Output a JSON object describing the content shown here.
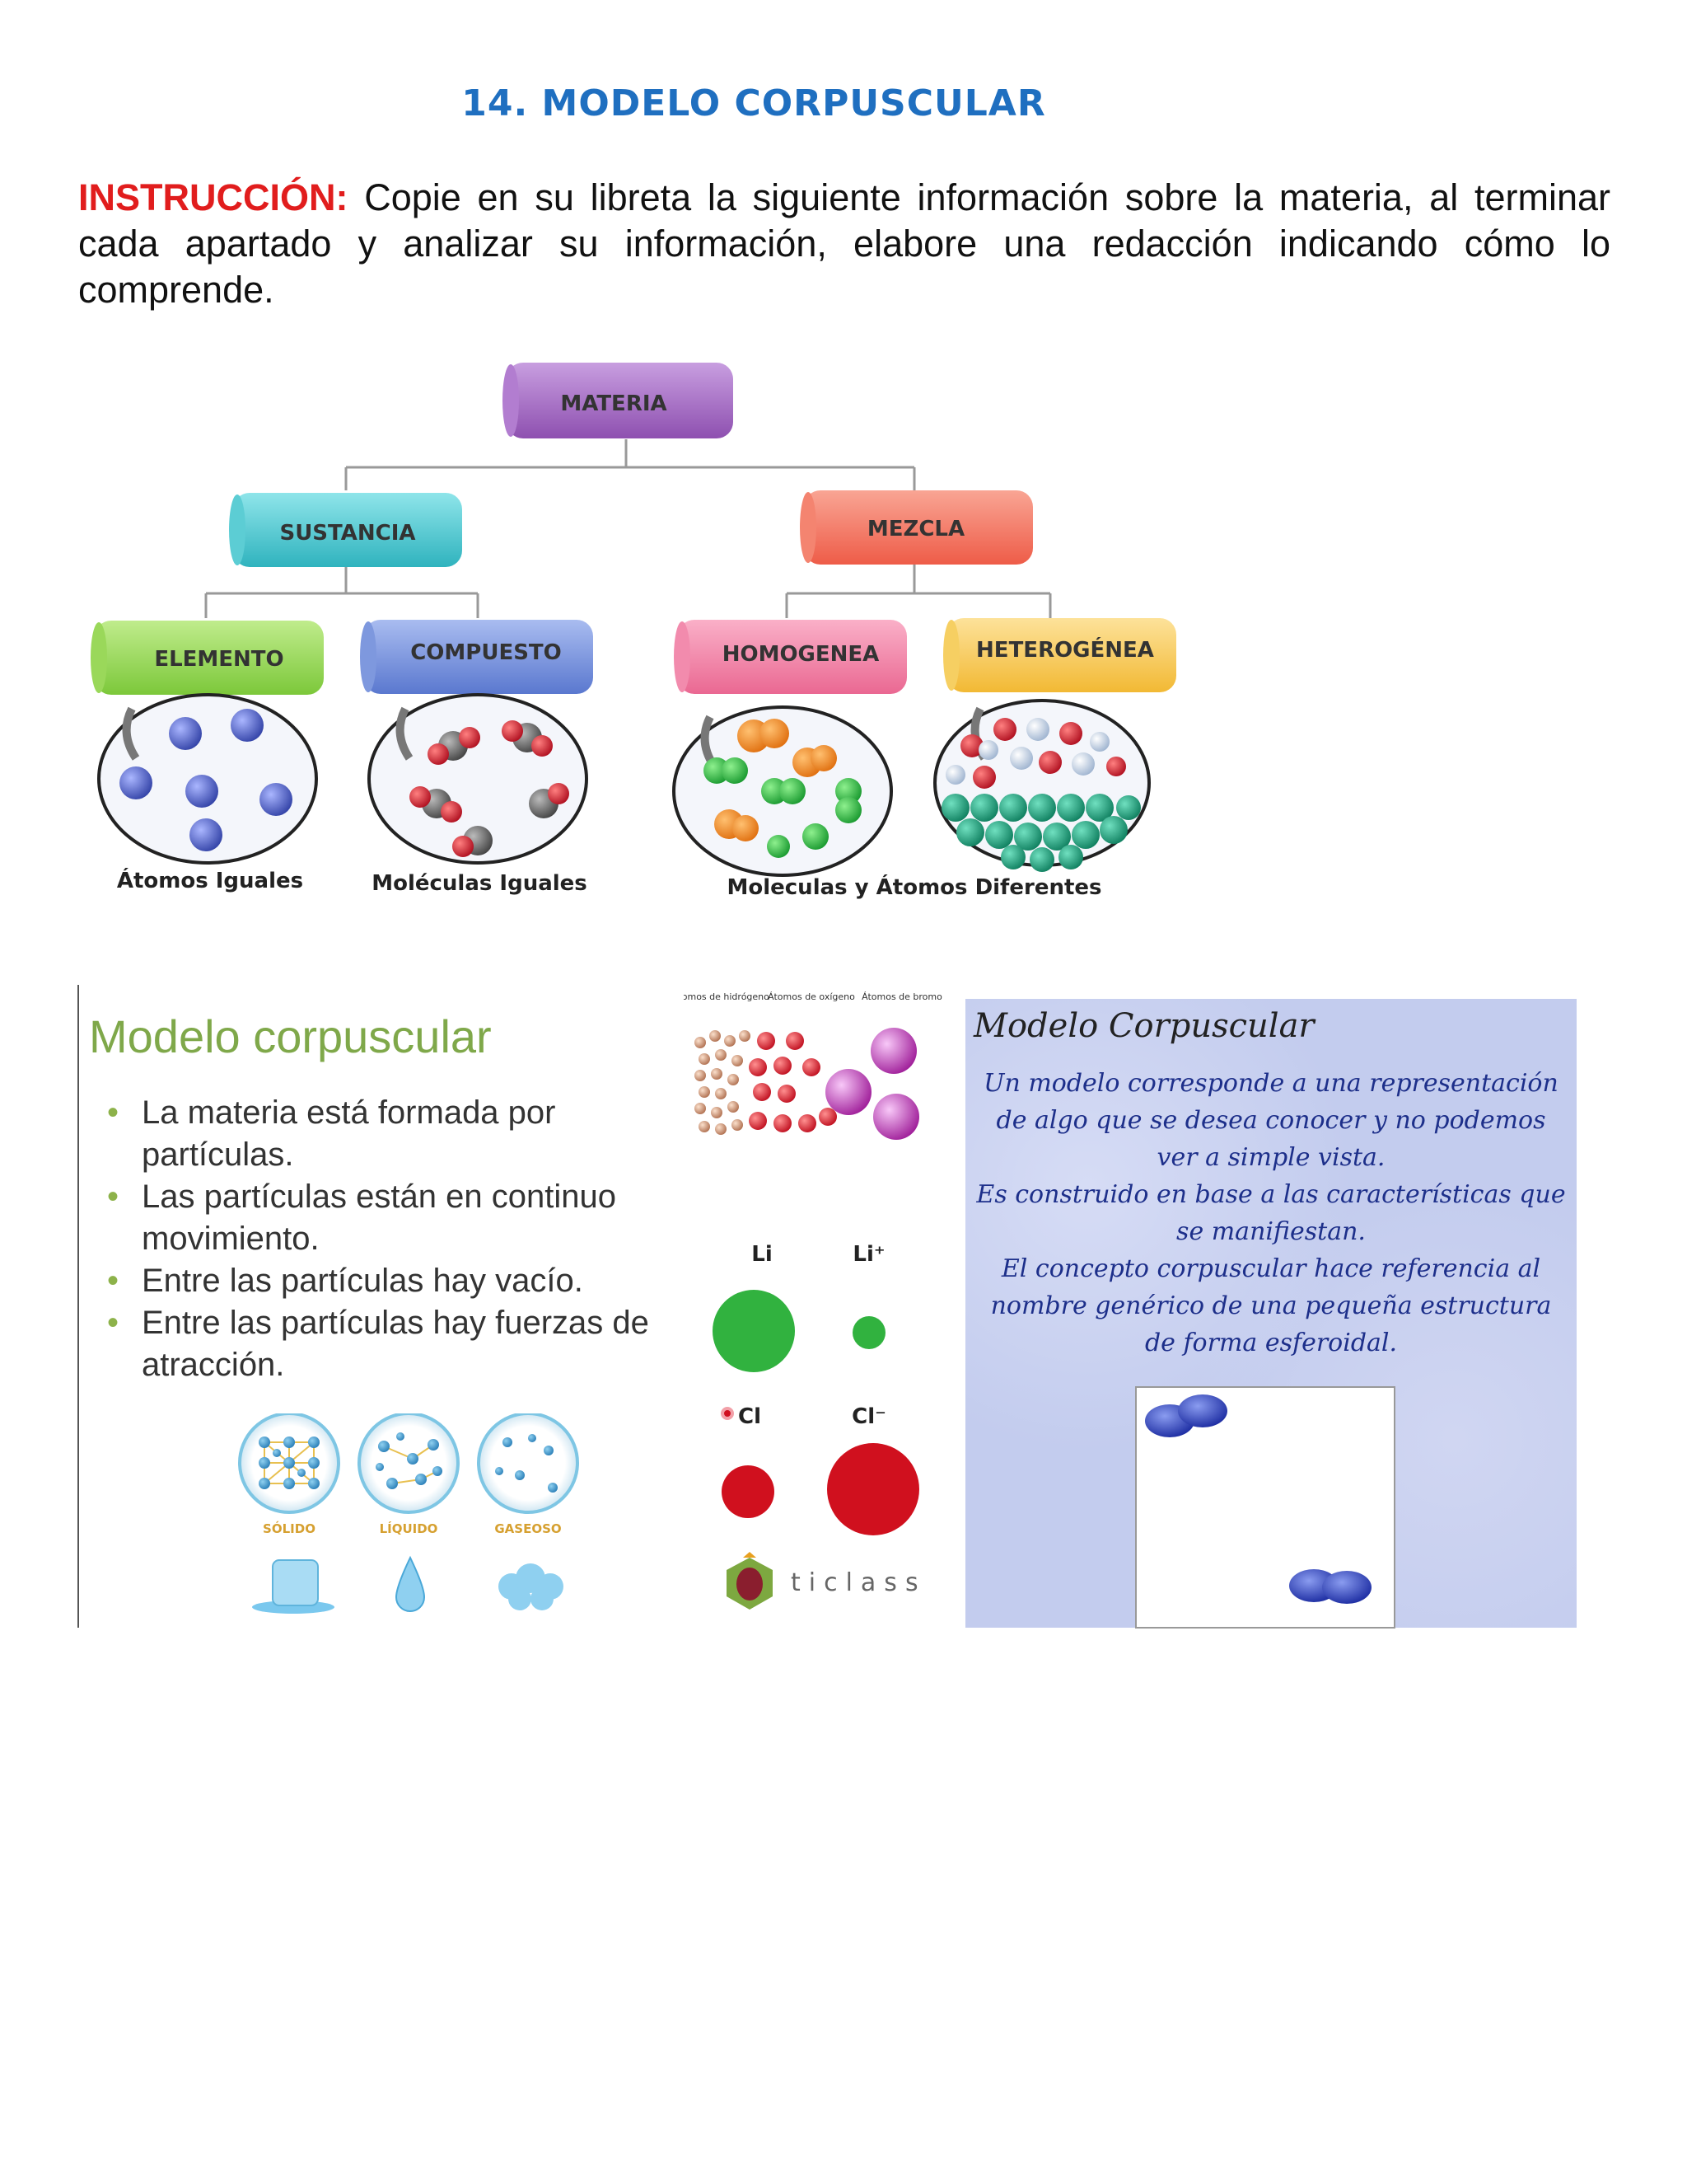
{
  "title": "14. MODELO CORPUSCULAR",
  "instruction": {
    "label": "INSTRUCCIÓN:",
    "text": " Copie en su libreta la siguiente información sobre la materia, al terminar cada apartado y analizar su información, elabore una redacción indicando cómo lo comprende."
  },
  "concept_map": {
    "root": "MATERIA",
    "level2": [
      "SUSTANCIA",
      "MEZCLA"
    ],
    "level3": [
      "ELEMENTO",
      "COMPUESTO",
      "HOMOGENEA",
      "HETEROGÉNEA"
    ],
    "captions": [
      "Átomos Iguales",
      "Moléculas Iguales",
      "Moleculas y Átomos Diferentes"
    ],
    "colors": {
      "materia": "#a66ac4",
      "sustancia": "#3fc1c9",
      "mezcla": "#f2745e",
      "elemento": "#8cd44a",
      "compuesto": "#6b8ad8",
      "homogenea": "#f07aa0",
      "heterogenea": "#f5c84a"
    }
  },
  "slide_modelo": {
    "heading": "Modelo corpuscular",
    "bullets": [
      "La materia está formada por partículas.",
      "Las partículas están en continuo movimiento.",
      "Entre las partículas hay vacío.",
      "Entre las partículas hay fuerzas de atracción."
    ],
    "states": [
      "SÓLIDO",
      "LÍQUIDO",
      "GASEOSO"
    ]
  },
  "slide_atoms": {
    "labels": [
      "Átomos de hidrógeno",
      "Átomos de oxígeno",
      "Átomos de bromo"
    ],
    "ions": [
      "Li",
      "Li⁺",
      "Cl",
      "Cl⁻"
    ],
    "logo": "ticlass"
  },
  "slide_corpuscular": {
    "heading": "Modelo Corpuscular",
    "paragraphs": [
      "Un modelo corresponde a una representación de algo que se desea conocer y no podemos ver a simple vista.",
      "Es construido en base a las características que se manifiestan.",
      "El concepto corpuscular hace referencia al nombre genérico de una pequeña estructura de forma esferoidal."
    ]
  }
}
